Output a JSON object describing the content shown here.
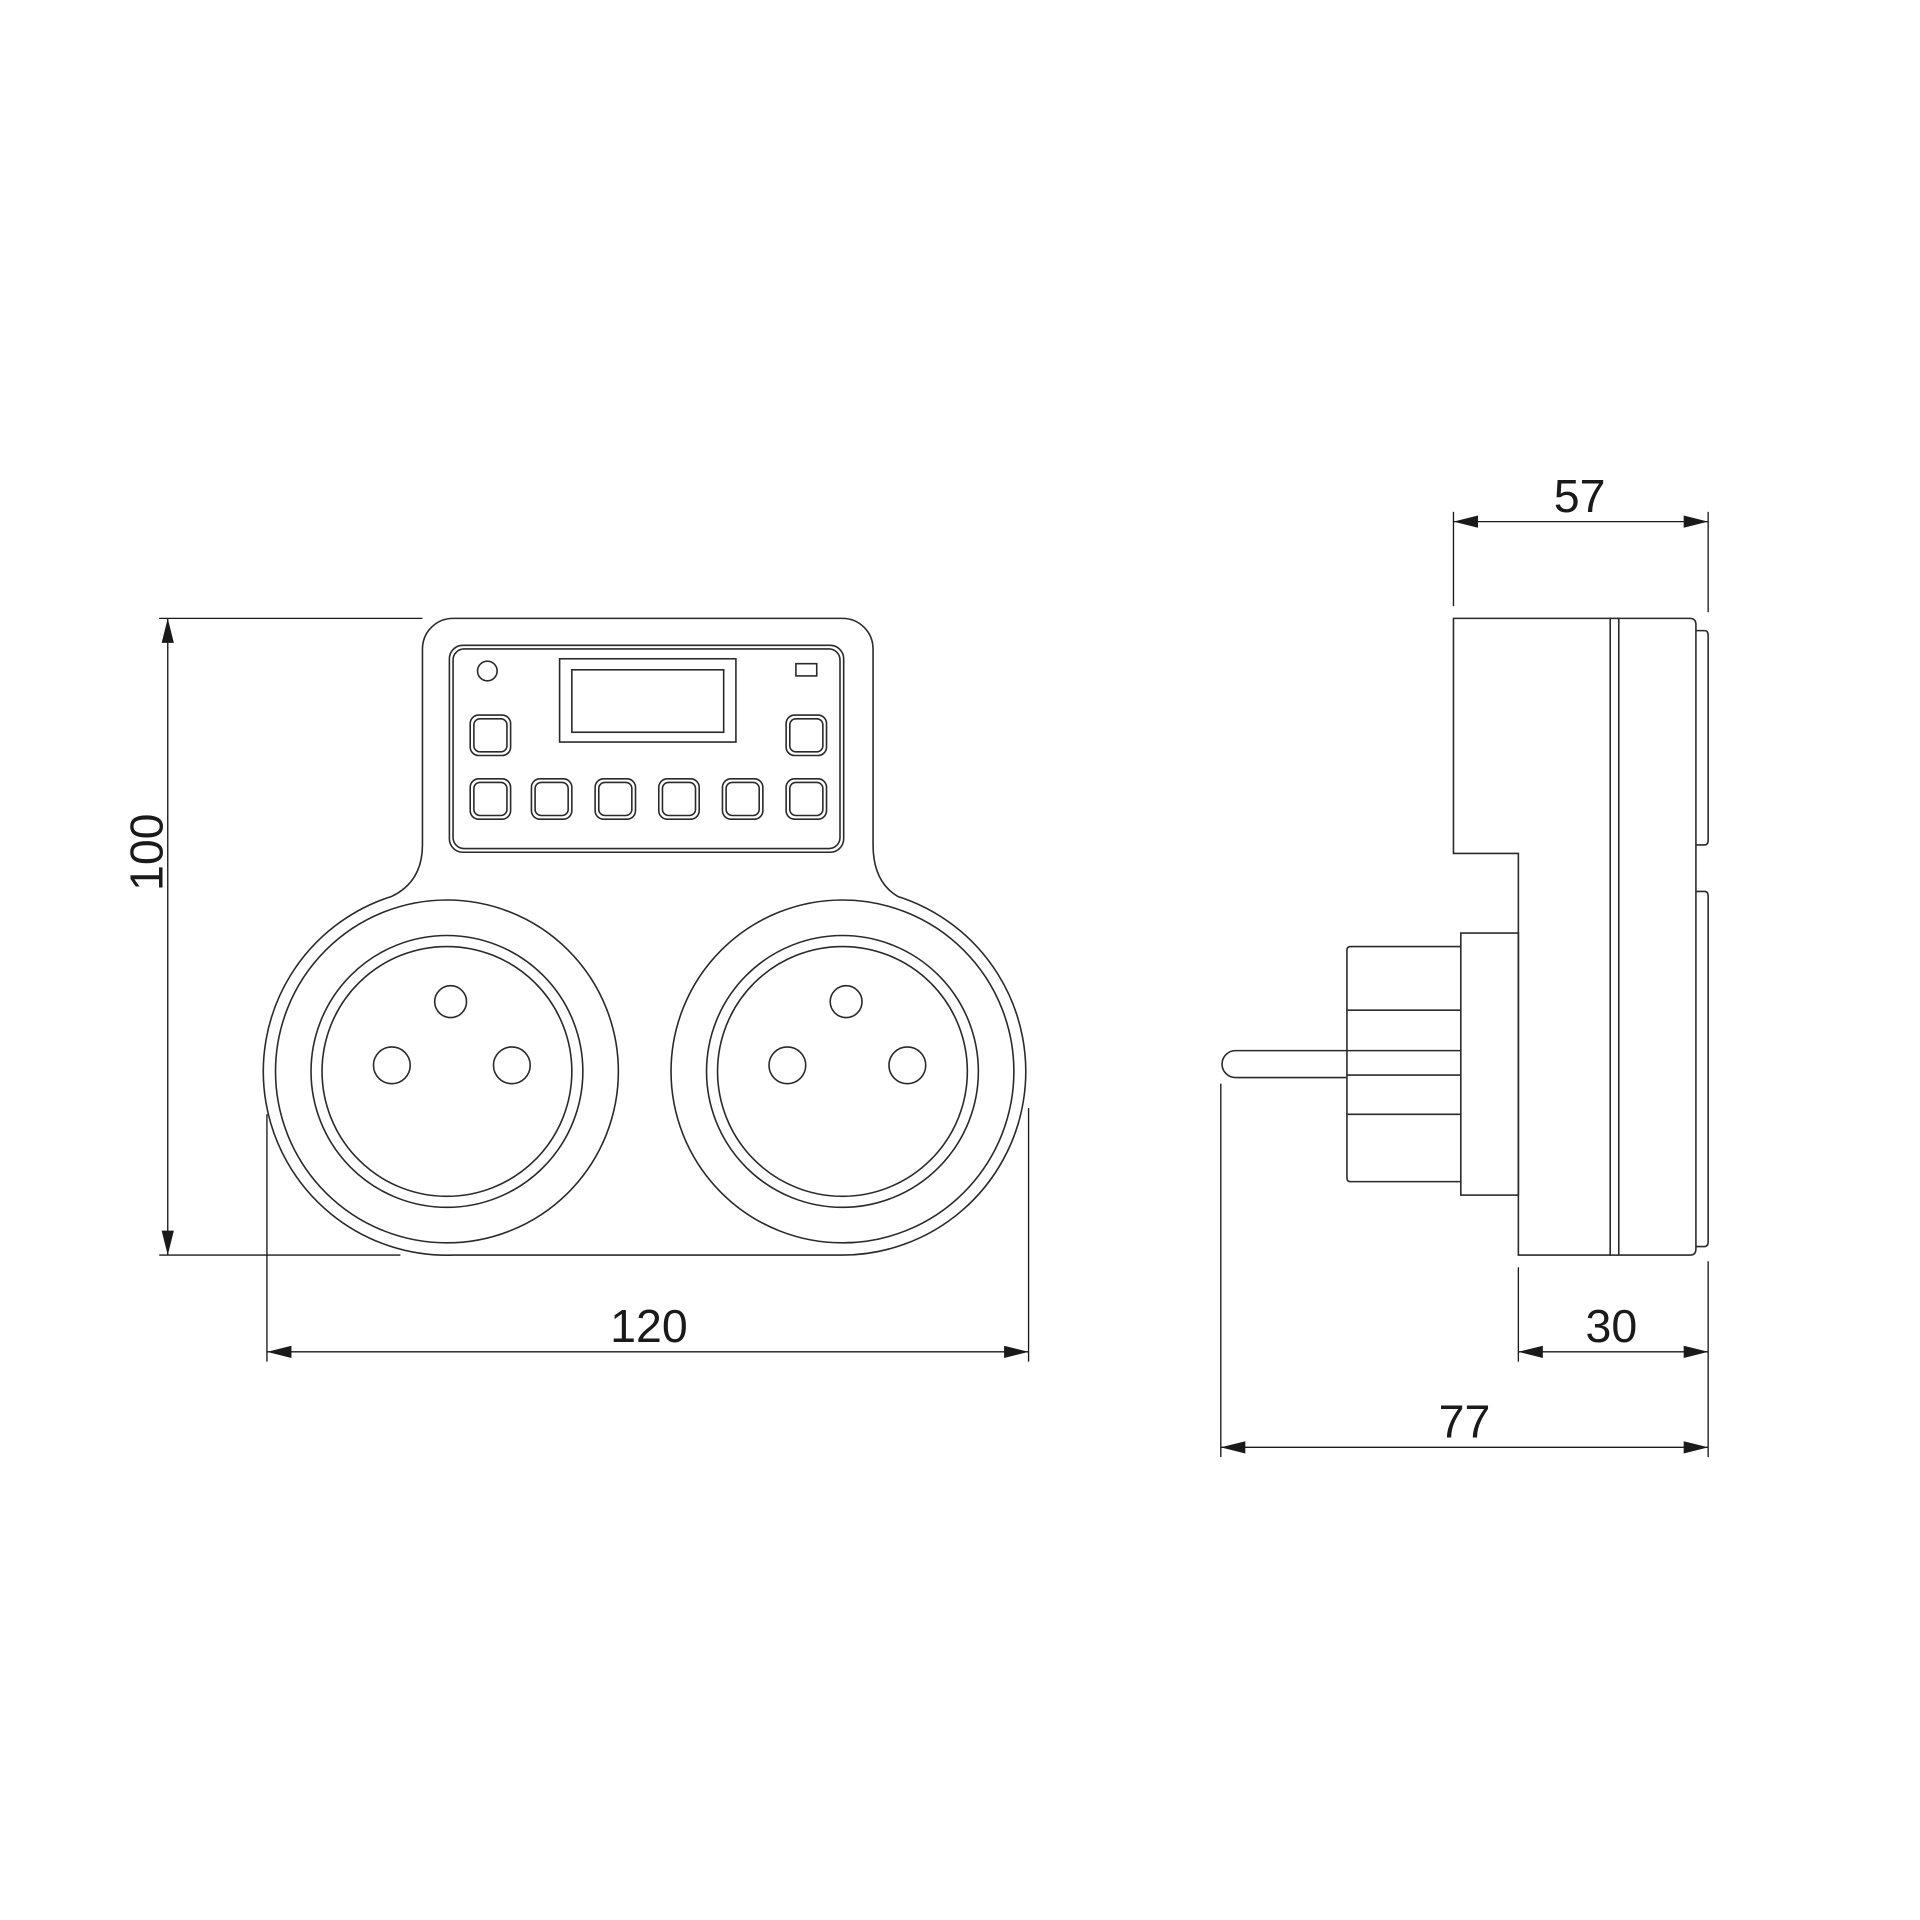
{
  "drawing": {
    "front_view": {
      "width_label": "120",
      "height_label": "100",
      "outlets": 2,
      "panel_buttons": 8
    },
    "side_view": {
      "depth_body_label": "57",
      "depth_plate_label": "30",
      "depth_total_label": "77"
    },
    "colors": {
      "line": "#2a2a2a",
      "background": "#ffffff"
    }
  }
}
